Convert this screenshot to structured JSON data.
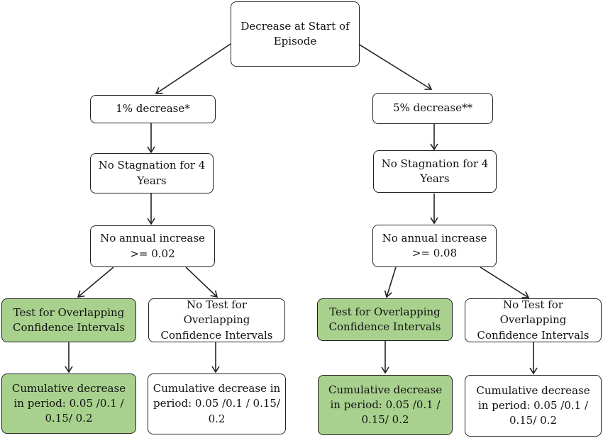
{
  "colors": {
    "highlight_fill": "#a9d18e",
    "border": "#222222",
    "text": "#111111"
  },
  "nodes": {
    "root": "Decrease at Start of Episode",
    "left": {
      "decrease": "1% decrease*",
      "stagnation": "No Stagnation for 4 Years",
      "annual_increase": "No annual increase >= 0.02",
      "test_overlap": "Test for Overlapping Confidence Intervals",
      "no_test_overlap": "No Test for Overlapping Confidence Intervals",
      "cumulative_test": "Cumulative decrease in period: 0.05 /0.1 / 0.15/ 0.2",
      "cumulative_no_test": "Cumulative decrease in period: 0.05 /0.1 / 0.15/ 0.2"
    },
    "right": {
      "decrease": "5% decrease**",
      "stagnation": "No Stagnation for 4 Years",
      "annual_increase": "No annual increase >= 0.08",
      "test_overlap": "Test for Overlapping Confidence Intervals",
      "no_test_overlap": "No Test for Overlapping Confidence Intervals",
      "cumulative_test": "Cumulative decrease in period: 0.05 /0.1 / 0.15/ 0.2",
      "cumulative_no_test": "Cumulative decrease in period: 0.05 /0.1 / 0.15/ 0.2"
    }
  }
}
